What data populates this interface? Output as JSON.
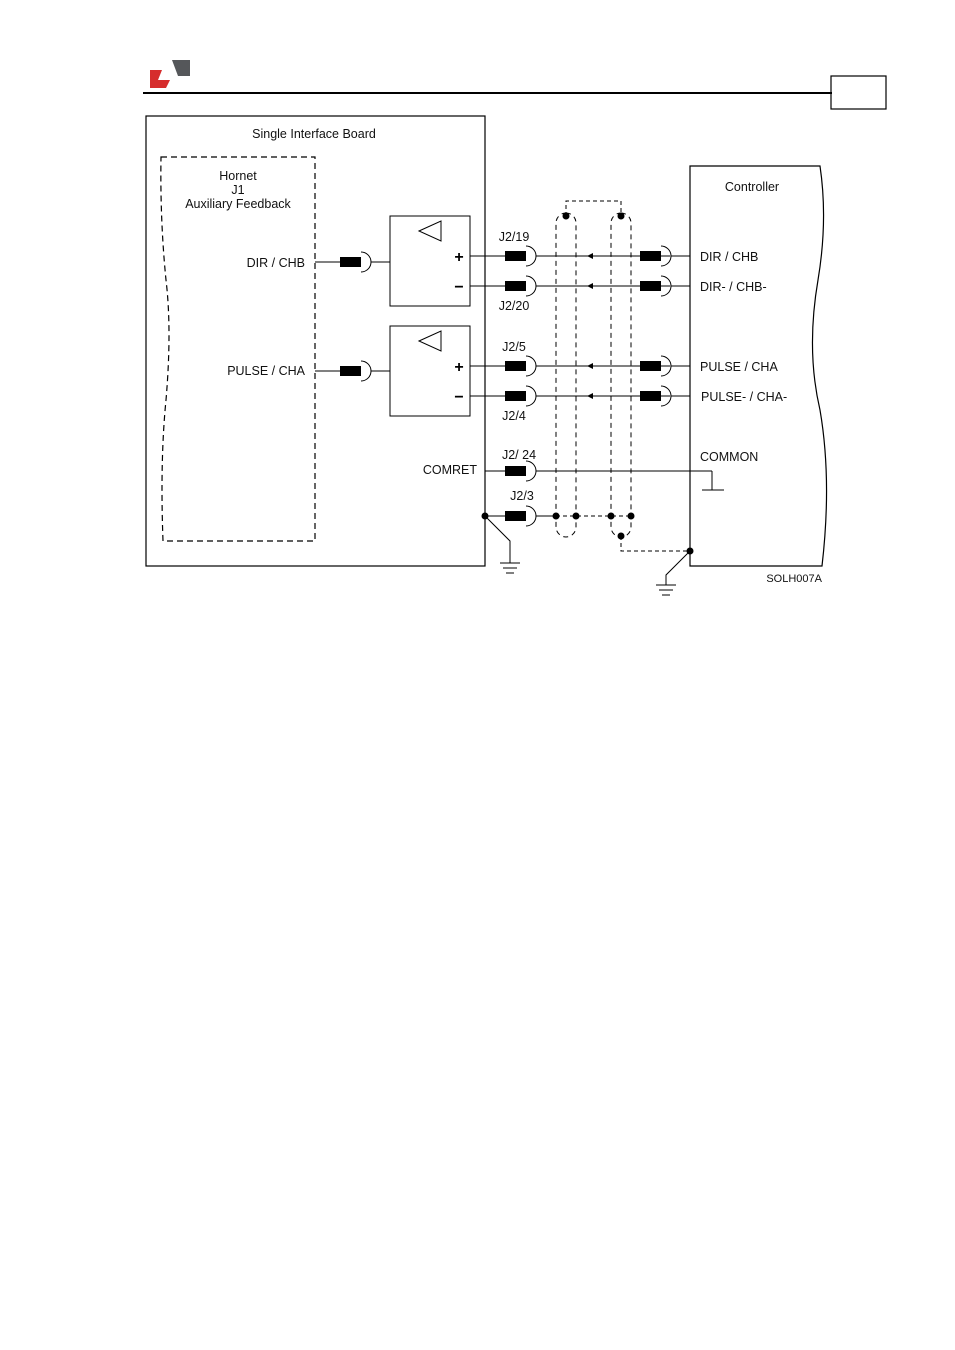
{
  "colors": {
    "logo_red": "#d62d2d",
    "logo_grey": "#55575a",
    "line": "#000000"
  },
  "header": {
    "page_number": ""
  },
  "diagram": {
    "board_title": "Single Interface Board",
    "hornet_title": "Hornet",
    "hornet_connector": "J1",
    "hornet_subtitle": "Auxiliary Feedback",
    "controller_title": "Controller",
    "left_signals": [
      "DIR / CHB",
      "PULSE / CHA",
      "COMRET"
    ],
    "pin_labels": [
      "J2/19",
      "J2/20",
      "J2/5",
      "J2/4",
      "J2/ 24",
      "J2/3"
    ],
    "controller_signals": [
      "DIR / CHB",
      "DIR- / CHB-",
      "PULSE / CHA",
      "PULSE- / CHA-",
      "COMMON"
    ],
    "plus_sign": "+",
    "minus_sign": "−",
    "figure_id": "SOLH007A"
  }
}
